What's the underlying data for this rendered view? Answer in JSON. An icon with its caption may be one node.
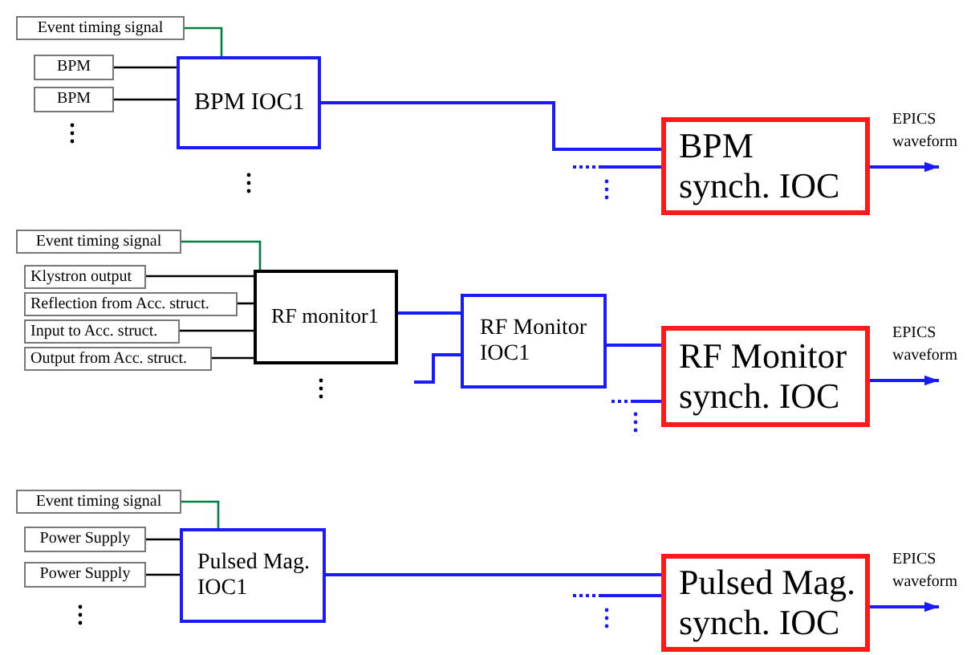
{
  "diagram": {
    "nodes": [
      {
        "text": [
          "Event timing signal"
        ]
      },
      {
        "text": [
          "BPM"
        ]
      },
      {
        "text": [
          "BPM"
        ]
      },
      {
        "text": [
          "BPM IOC1"
        ]
      },
      {
        "text": [
          "BPM synch. IOC"
        ]
      },
      {
        "text": [
          "Event timing signal"
        ]
      },
      {
        "text": [
          "Klystron output"
        ]
      },
      {
        "text": [
          "Reflection from Acc. struct."
        ]
      },
      {
        "text": [
          "Input to Acc. struct."
        ]
      },
      {
        "text": [
          "Output from Acc. struct."
        ]
      },
      {
        "text": [
          "RF monitor1"
        ]
      },
      {
        "text": [
          "RF Monitor IOC1"
        ]
      },
      {
        "text": [
          "RF Monitor synch. IOC"
        ]
      },
      {
        "text": [
          "Event timing signal"
        ]
      },
      {
        "text": [
          "Power Supply"
        ]
      },
      {
        "text": [
          "Power Supply"
        ]
      },
      {
        "text": [
          "Pulsed Mag. IOC1"
        ]
      },
      {
        "text": [
          "Pulsed Mag. synch. IOC"
        ]
      }
    ],
    "edges": [
      {
        "from": 0,
        "to": 3,
        "arrow": "none",
        "color": "#008040"
      },
      {
        "from": 1,
        "to": 3,
        "arrow": "none",
        "color": "#000000"
      },
      {
        "from": 2,
        "to": 3,
        "arrow": "none",
        "color": "#000000"
      },
      {
        "from": 3,
        "to": 4,
        "arrow": "none"
      },
      {
        "from": null,
        "to": 4,
        "arrow": "none"
      },
      {
        "from": 4,
        "to": null,
        "arrow": "to",
        "label": "EPICS waveform"
      },
      {
        "from": 5,
        "to": 10,
        "arrow": "none",
        "color": "#008040"
      },
      {
        "from": 6,
        "to": 10,
        "arrow": "none",
        "color": "#000000"
      },
      {
        "from": 7,
        "to": 10,
        "arrow": "none",
        "color": "#000000"
      },
      {
        "from": 8,
        "to": 10,
        "arrow": "none",
        "color": "#000000"
      },
      {
        "from": 9,
        "to": 10,
        "arrow": "none",
        "color": "#000000"
      },
      {
        "from": 10,
        "to": 11,
        "arrow": "none"
      },
      {
        "from": null,
        "to": 11,
        "arrow": "none"
      },
      {
        "from": 11,
        "to": 12,
        "arrow": "none"
      },
      {
        "from": null,
        "to": 12,
        "arrow": "none"
      },
      {
        "from": 12,
        "to": null,
        "arrow": "to",
        "label": "EPICS waveform"
      },
      {
        "from": 13,
        "to": 16,
        "arrow": "none",
        "color": "#008040"
      },
      {
        "from": 14,
        "to": 16,
        "arrow": "none",
        "color": "#000000"
      },
      {
        "from": 15,
        "to": 16,
        "arrow": "none",
        "color": "#000000"
      },
      {
        "from": 16,
        "to": 17,
        "arrow": "none"
      },
      {
        "from": null,
        "to": 17,
        "arrow": "none"
      },
      {
        "from": 17,
        "to": null,
        "arrow": "to",
        "label": "EPICS waveform"
      }
    ]
  }
}
